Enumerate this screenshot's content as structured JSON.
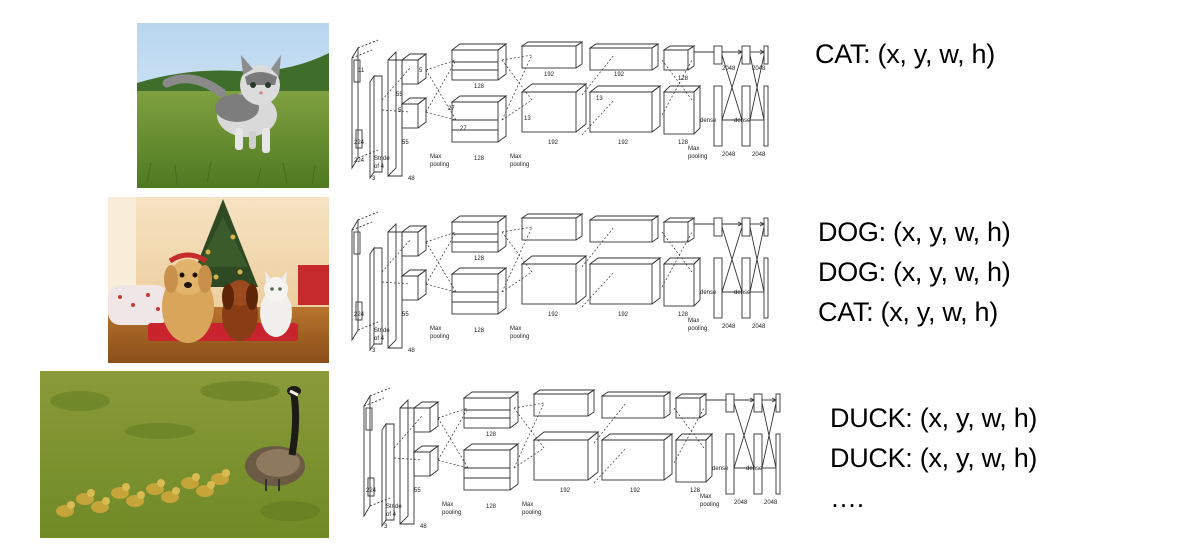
{
  "rows": [
    {
      "id": "cat",
      "outputs": [
        "CAT: (x, y, w, h)"
      ]
    },
    {
      "id": "dogs",
      "outputs": [
        "DOG: (x, y, w, h)",
        "DOG: (x, y, w, h)",
        "CAT: (x, y, w, h)"
      ]
    },
    {
      "id": "ducks",
      "outputs": [
        "DUCK: (x, y, w, h)",
        "DUCK: (x, y, w, h)",
        "…."
      ]
    }
  ],
  "network": {
    "labels": {
      "stride_line1": "Stride",
      "stride_line2": "of 4",
      "max_pool_line1": "Max",
      "max_pool_line2": "pooling",
      "dense": "dense",
      "n224": "224",
      "n11": "11",
      "n5": "5",
      "n3": "3",
      "n55": "55",
      "n27": "27",
      "n13": "13",
      "n48": "48",
      "n128": "128",
      "n192": "192",
      "n2048": "2048",
      "n13x": "13"
    }
  },
  "colors": {
    "line": "#333333",
    "text": "#000000"
  }
}
